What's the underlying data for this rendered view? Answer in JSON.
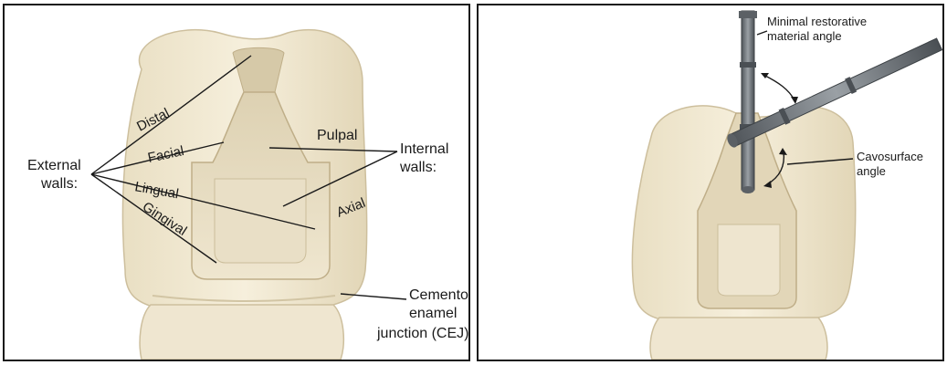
{
  "left_panel": {
    "external_walls_label": [
      "External",
      "walls:"
    ],
    "internal_walls_label": [
      "Internal",
      "walls:"
    ],
    "wall_labels": {
      "distal": "Distal",
      "facial": "Facial",
      "lingual": "Lingual",
      "gingival": "Gingival",
      "pulpal": "Pulpal",
      "axial": "Axial"
    },
    "cej_label": [
      "Cemento-",
      "enamel",
      "junction (CEJ)"
    ]
  },
  "right_panel": {
    "minimal_angle_label": [
      "Minimal restorative",
      "material angle"
    ],
    "cavosurface_label": [
      "Cavosurface",
      "angle"
    ]
  },
  "colors": {
    "tooth_fill": "#f1e8d0",
    "tooth_shadow": "#d8ccac",
    "prep_fill": "#e4d9bc",
    "instrument": "#6e7378",
    "line": "#1a1a1a"
  }
}
